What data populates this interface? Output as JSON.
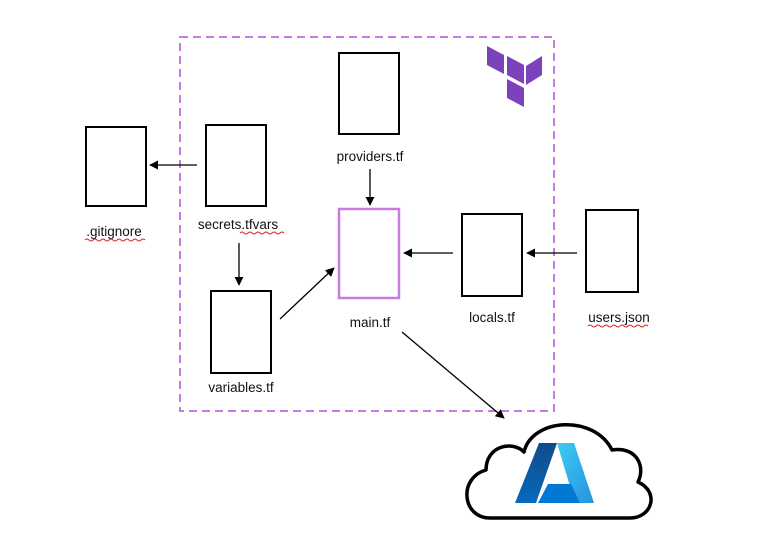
{
  "files": {
    "providers": "providers.tf",
    "gitignore": ".gitignore",
    "secrets": "secrets.tfvars",
    "variables": "variables.tf",
    "main": "main.tf",
    "locals": "locals.tf",
    "users": "users.json"
  },
  "icons": {
    "terraform": "terraform-logo-icon",
    "cloud": "cloud-icon",
    "azure": "azure-logo-icon"
  },
  "colors": {
    "boundary": "#c77ddf",
    "main_file_border": "#c77ddf",
    "file_border": "#000000",
    "arrow": "#000000",
    "terraform_purple": "#7b42bc",
    "spellcheck_underline": "#e02020",
    "azure_blue_light": "#3ccbf4",
    "azure_blue_dark": "#0a5ab5"
  }
}
